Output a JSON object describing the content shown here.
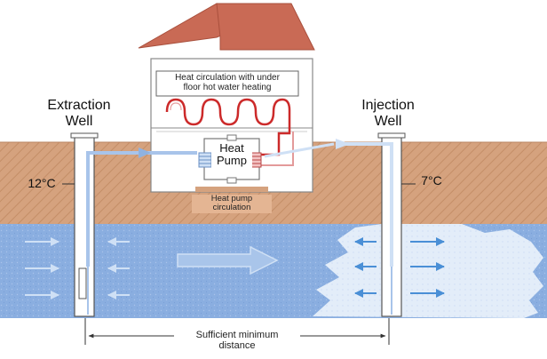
{
  "labels": {
    "extraction_well": [
      "Extraction",
      "Well"
    ],
    "injection_well": [
      "Injection",
      "Well"
    ],
    "temp_extraction": "12°C",
    "temp_injection": "7°C",
    "heat_pump": [
      "Heat",
      "Pump"
    ],
    "house_caption": [
      "Heat circulation with under",
      "floor hot water heating"
    ],
    "heat_pump_circulation": [
      "Heat pump",
      "circulation"
    ],
    "distance": [
      "Sufficient minimum",
      "distance"
    ]
  },
  "colors": {
    "soil": "#d5a27e",
    "soil_hatch": "#c48e67",
    "aquifer": "#8aaee0",
    "plume": "#e3edf9",
    "roof": "#c96a55",
    "pipe_warm": "#cc2a2a",
    "pipe_cold": "#a8c4ea",
    "flow_arrow": "#4a8fd6"
  }
}
